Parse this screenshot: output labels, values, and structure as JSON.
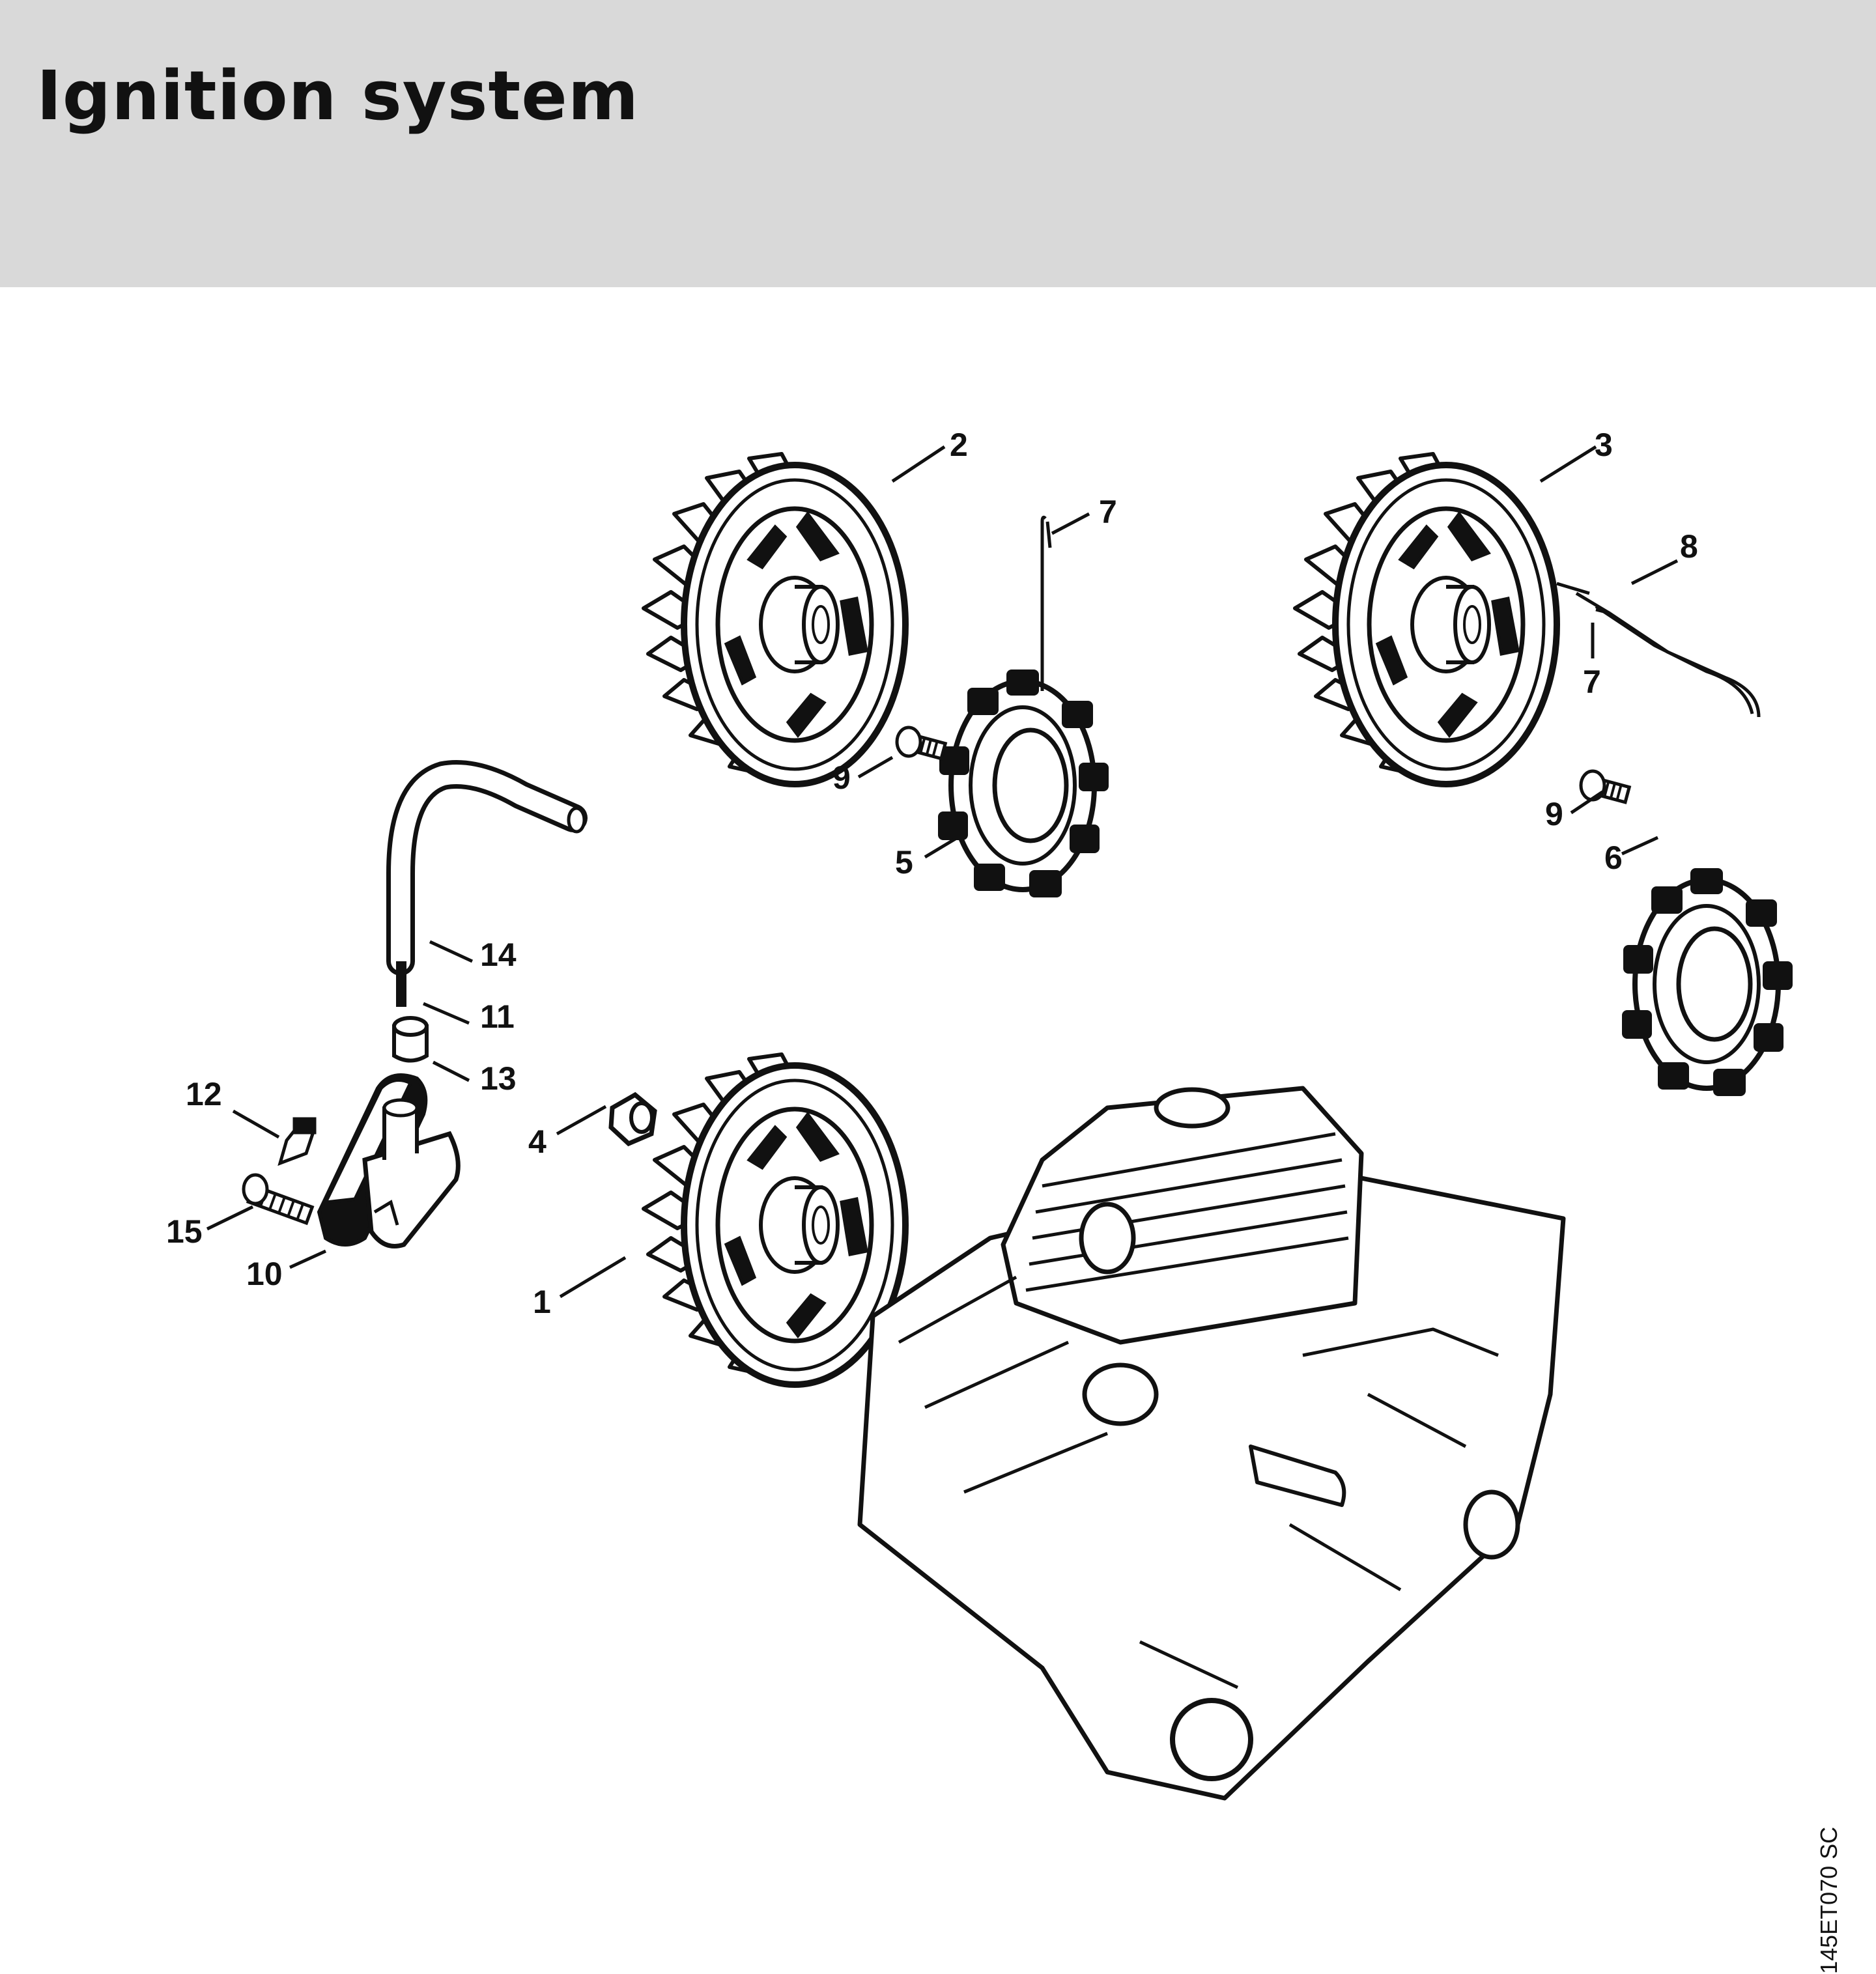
{
  "header": {
    "title": "Ignition system"
  },
  "diagram": {
    "reference_code": "145ET070 SC",
    "callouts": {
      "c1": "1",
      "c2": "2",
      "c3": "3",
      "c4": "4",
      "c5": "5",
      "c6": "6",
      "c7a": "7",
      "c7b": "7",
      "c8": "8",
      "c9a": "9",
      "c9b": "9",
      "c10": "10",
      "c11": "11",
      "c12": "12",
      "c13": "13",
      "c14": "14",
      "c15": "15"
    }
  },
  "colors": {
    "header_bg": "#d9d9d9",
    "line": "#111111",
    "background": "#ffffff"
  }
}
